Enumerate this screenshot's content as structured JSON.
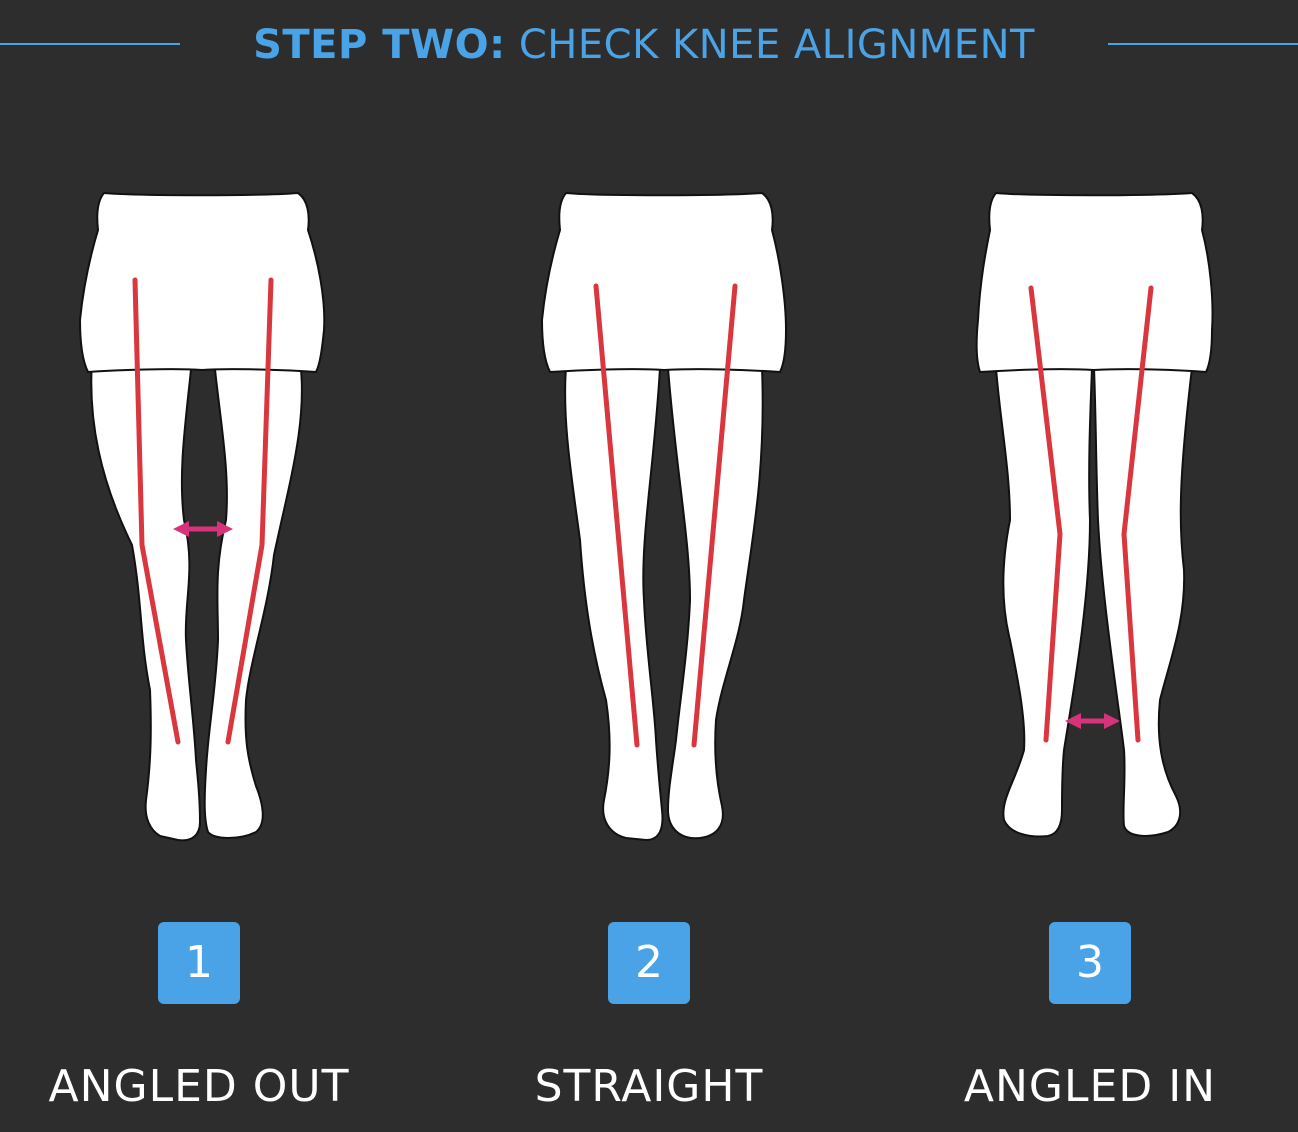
{
  "header": {
    "step_label": "STEP TWO:",
    "step_title": "CHECK KNEE ALIGNMENT"
  },
  "colors": {
    "background": "#2d2d2d",
    "accent_blue": "#4aa3e6",
    "leg_line_red": "#d9363e",
    "gap_arrow_magenta": "#d6337a",
    "leg_fill": "#ffffff"
  },
  "panels": [
    {
      "number": "1",
      "label": "ANGLED OUT"
    },
    {
      "number": "2",
      "label": "STRAIGHT"
    },
    {
      "number": "3",
      "label": "ANGLED IN"
    }
  ]
}
